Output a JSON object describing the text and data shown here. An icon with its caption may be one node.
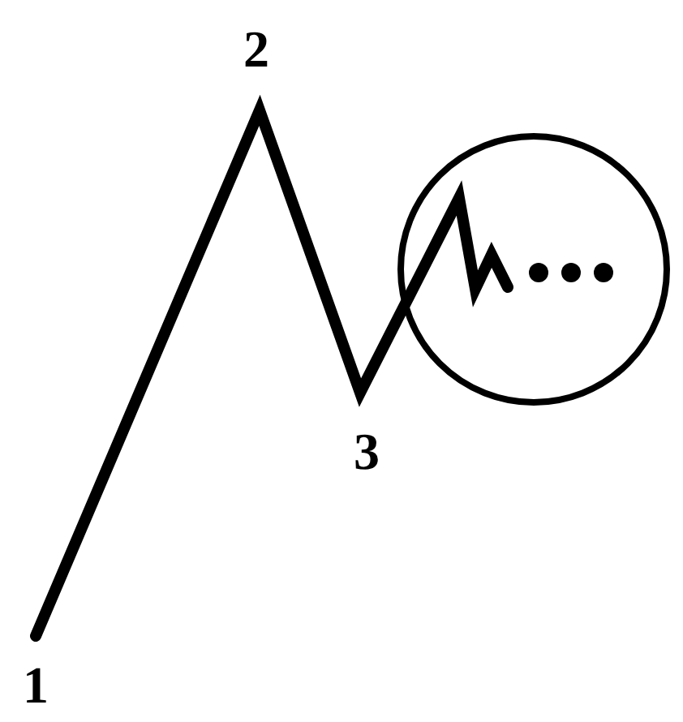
{
  "diagram": {
    "labels": [
      "2",
      "3",
      "1"
    ]
  }
}
